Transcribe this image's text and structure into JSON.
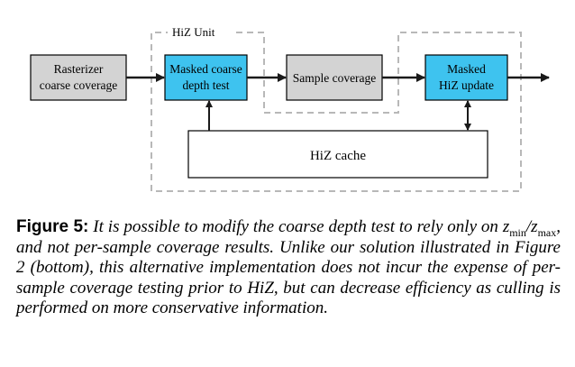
{
  "diagram": {
    "unit_label": "HiZ Unit",
    "boxes": {
      "rasterizer": [
        "Rasterizer",
        "coarse coverage"
      ],
      "masked_depth": [
        "Masked coarse",
        "depth test"
      ],
      "sample_coverage": [
        "Sample coverage"
      ],
      "masked_update": [
        "Masked",
        "HiZ update"
      ],
      "cache": [
        "HiZ cache"
      ]
    },
    "colors": {
      "gray_fill": "#d3d3d3",
      "blue_fill": "#3ec3ef",
      "stroke": "#000000",
      "dashed": "#b8b8b8",
      "arrow": "#1a1a1a"
    }
  },
  "caption": {
    "figure": "Figure 5:",
    "text_before": " It is possible to modify the coarse depth test to rely only on ",
    "z": "z",
    "sub_min": "min",
    "slash": "/",
    "sub_max": "max",
    "text_after": ", and not per-sample coverage results. Unlike our solution illustrated in Figure 2 (bottom), this alternative implementation does not incur the expense of per-sample coverage testing prior to HiZ, but can decrease efficiency as culling is performed on more conservative information."
  }
}
